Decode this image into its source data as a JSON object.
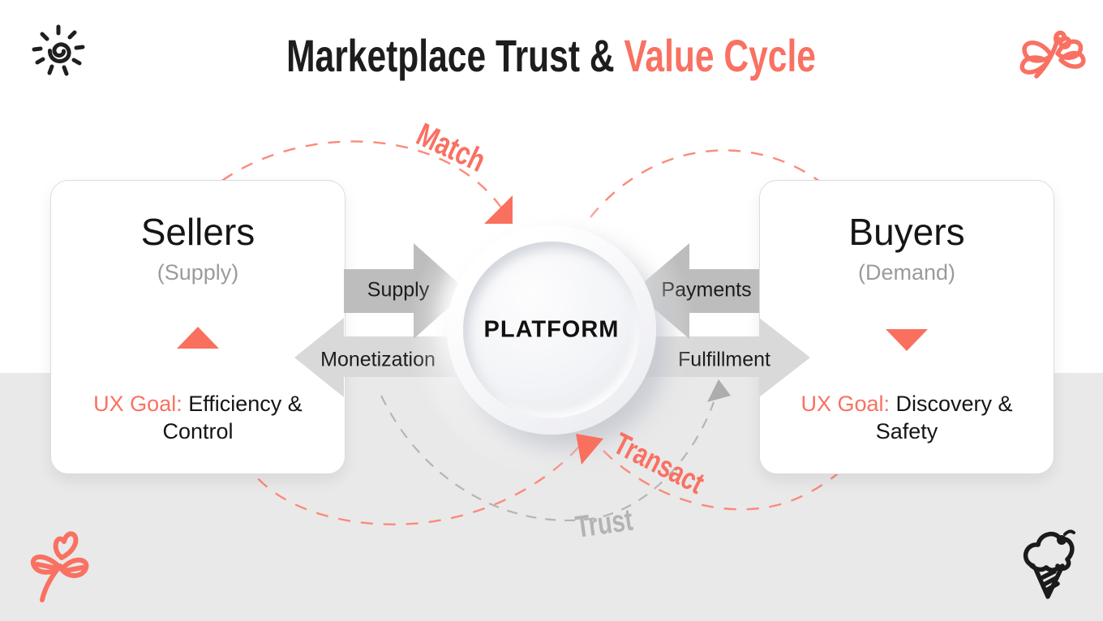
{
  "title": {
    "prefix": "Marketplace Trust & ",
    "accent": "Value Cycle"
  },
  "decor_icons": {
    "top_left": "sun-doodle",
    "top_right": "butterfly-doodle",
    "bottom_left": "heart-sprout-doodle",
    "bottom_right": "ice-cream-doodle"
  },
  "sellers_card": {
    "title": "Sellers",
    "subtitle": "(Supply)",
    "marker": "up-triangle",
    "ux_goal_label": "UX Goal:",
    "ux_goal_text": "Efficiency & Control"
  },
  "buyers_card": {
    "title": "Buyers",
    "subtitle": "(Demand)",
    "marker": "down-triangle",
    "ux_goal_label": "UX Goal:",
    "ux_goal_text": "Discovery & Safety"
  },
  "platform": {
    "label": "PLATFORM"
  },
  "flows": {
    "supply": "Supply",
    "monetization": "Monetization",
    "payments": "Payments",
    "fulfillment": "Fulfillment"
  },
  "cycle_labels": {
    "match": "Match",
    "transact": "Transact",
    "trust": "Trust"
  },
  "colors": {
    "accent_coral": "#F97162",
    "triangle_coral": "#F9705E",
    "arrow_dark_gray": "#BDBDBD",
    "arrow_light_gray": "#D9D9D9",
    "background_lower": "#E9E9E9",
    "trust_gray": "#B3B3B3",
    "subtitle_gray": "#9B9B9B",
    "text_black": "#1D1D1D"
  }
}
